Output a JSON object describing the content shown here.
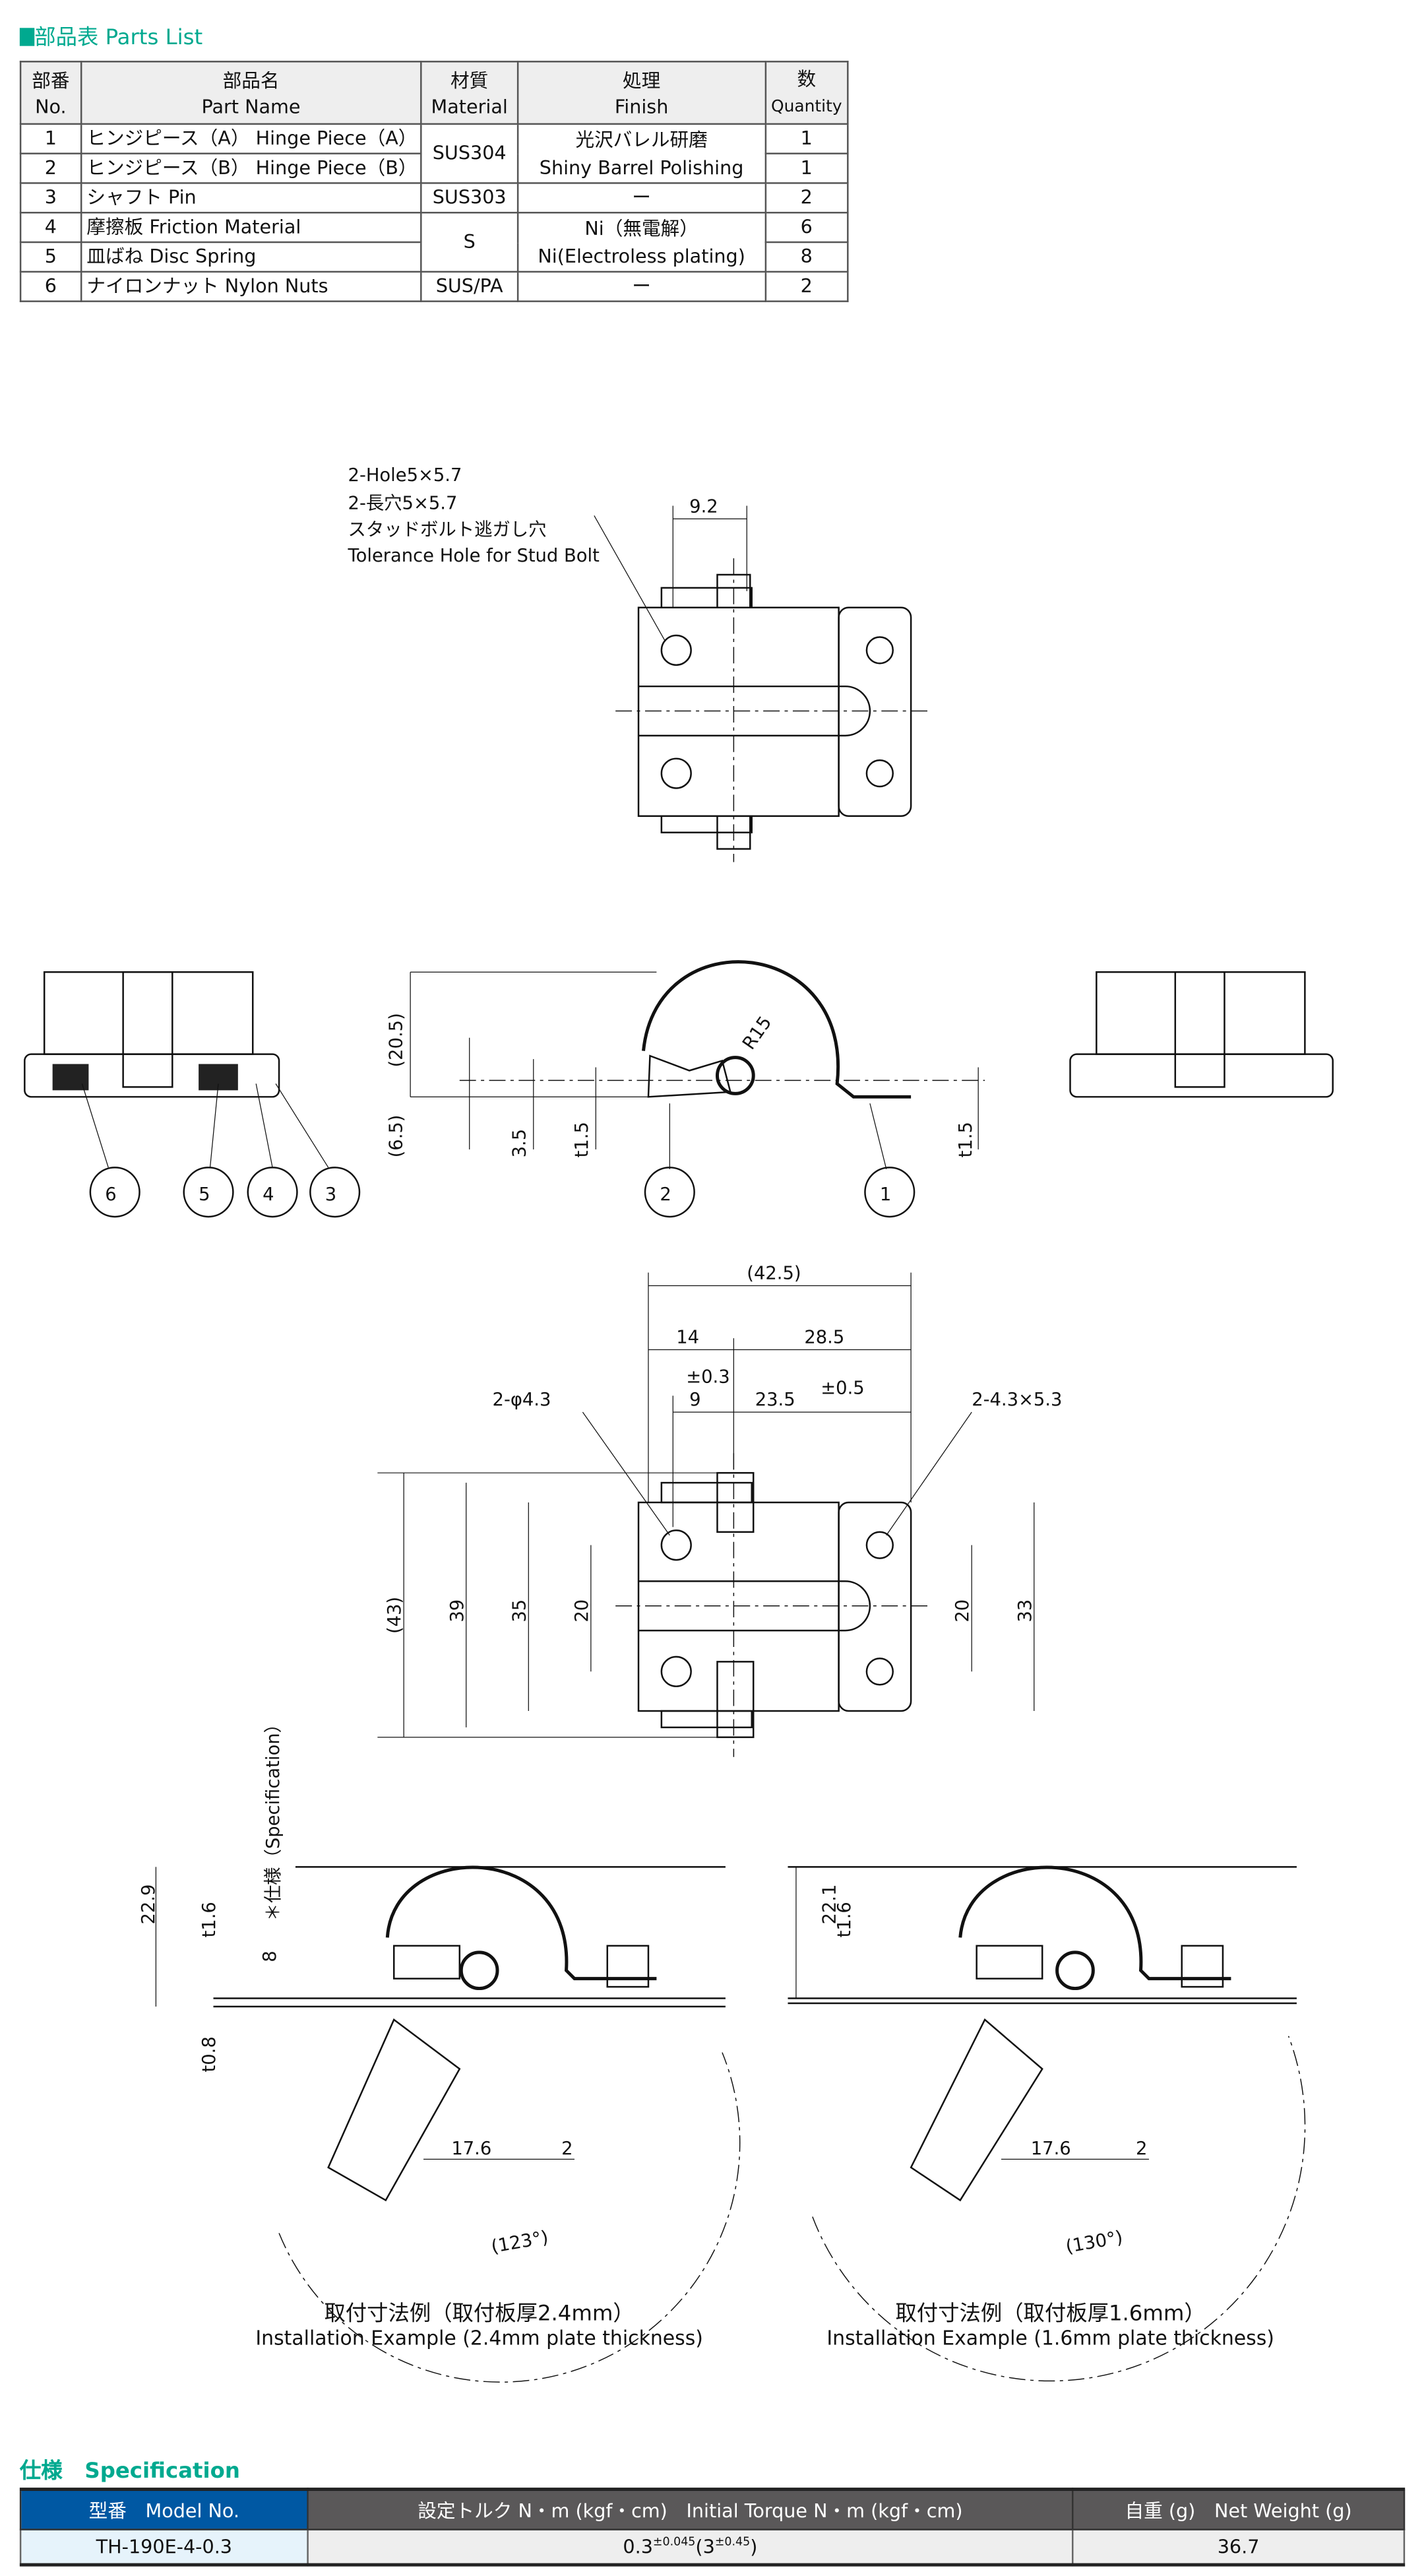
{
  "parts_list": {
    "title": "部品表 Parts List",
    "headers": {
      "no_jp": "部番",
      "no_en": "No.",
      "name_jp": "部品名",
      "name_en": "Part Name",
      "mat_jp": "材質",
      "mat_en": "Material",
      "fin_jp": "処理",
      "fin_en": "Finish",
      "qty_jp": "数",
      "qty_en": "Quantity"
    },
    "rows": [
      {
        "no": "1",
        "name": "ヒンジピース（A） Hinge Piece（A）",
        "qty": "1"
      },
      {
        "no": "2",
        "name": "ヒンジピース（B） Hinge Piece（B）",
        "qty": "1"
      },
      {
        "no": "3",
        "name": "シャフト Pin",
        "qty": "2"
      },
      {
        "no": "4",
        "name": "摩擦板 Friction Material",
        "qty": "6"
      },
      {
        "no": "5",
        "name": "皿ばね Disc Spring",
        "qty": "8"
      },
      {
        "no": "6",
        "name": "ナイロンナット Nylon Nuts",
        "qty": "2"
      }
    ],
    "materials": [
      "SUS304",
      "SUS303",
      "S",
      "SUS/PA"
    ],
    "finishes": {
      "a_jp": "光沢バレル研磨",
      "a_en": "Shiny Barrel Polishing",
      "dash": "ー",
      "b_jp": "Ni（無電解）",
      "b_en": "Ni(Electroless plating)"
    }
  },
  "top_view": {
    "note1": "2-Hole5×5.7",
    "note2": "2-長穴5×5.7",
    "note3": "スタッドボルト逃ガし穴",
    "note4": "Tolerance Hole for Stud Bolt",
    "dim": "9.2"
  },
  "side_view": {
    "d1": "(20.5)",
    "d2": "(6.5)",
    "d3": "3.5",
    "d4": "t1.5",
    "d5": "R15",
    "d6": "t1.5"
  },
  "balloons": [
    "6",
    "5",
    "4",
    "3",
    "2",
    "1"
  ],
  "front_view": {
    "overall": "(42.5)",
    "w1": "14",
    "w2": "28.5",
    "p1": "9",
    "p1_tol": "±0.3",
    "p2": "23.5",
    "p2_tol": "±0.5",
    "hole_a": "2-φ4.3",
    "hole_b": "2-4.3×5.3",
    "h1": "(43)",
    "h2": "39",
    "h3": "35",
    "h4": "20",
    "h5": "20",
    "h6": "33"
  },
  "install_a": {
    "h": "22.9",
    "t": "t1.6",
    "s": "8",
    "t2": "t0.8",
    "spec": "＊仕様（Specification）",
    "d1": "17.6",
    "d2": "2",
    "angle": "(123°)",
    "caption_jp": "取付寸法例（取付板厚2.4mm）",
    "caption_en": "Installation Example (2.4mm plate thickness)"
  },
  "install_b": {
    "h": "22.1",
    "t": "t1.6",
    "d1": "17.6",
    "d2": "2",
    "angle": "(130°)",
    "caption_jp": "取付寸法例（取付板厚1.6mm）",
    "caption_en": "Installation Example (1.6mm plate thickness)"
  },
  "spec": {
    "title_jp": "仕様",
    "title_en": "Specification",
    "headers": [
      "型番　Model No.",
      "設定トルク N・m (kgf・cm)　Initial Torque N・m (kgf・cm)",
      "自重 (g)　Net Weight (g)"
    ],
    "model": "TH-190E-4-0.3",
    "torque": "0.3",
    "torque_tol": "±0.045",
    "torque_kgf": "3",
    "torque_kgf_tol": "±0.45",
    "weight": "36.7"
  },
  "colors": {
    "accent": "#00a98f",
    "model_header": "#0058a3",
    "header": "#5a5859"
  }
}
